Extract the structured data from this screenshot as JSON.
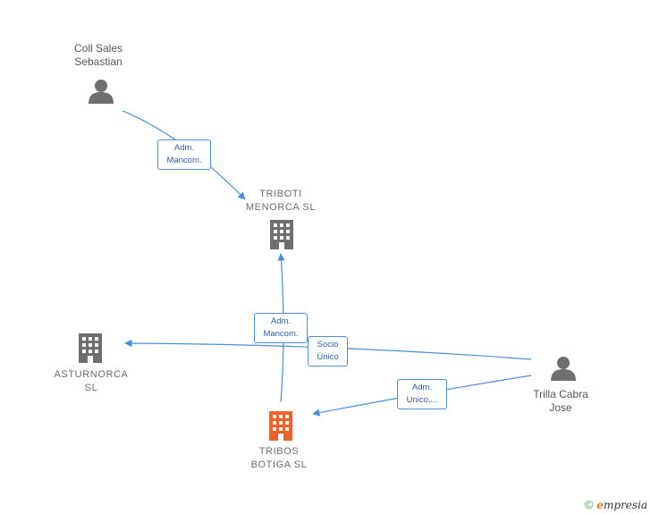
{
  "nodes": {
    "coll": {
      "label": "Coll Sales\nSebastian",
      "kind": "person"
    },
    "triboti": {
      "label": "TRIBOTI\nMENORCA  SL",
      "kind": "company"
    },
    "asturnorca": {
      "label": "ASTURNORCA\nSL",
      "kind": "company"
    },
    "tribos": {
      "label": "TRIBOS\nBOTIGA  SL",
      "kind": "company-main"
    },
    "trilla": {
      "label": "Trilla Cabra\nJose",
      "kind": "person"
    }
  },
  "edges": {
    "coll_triboti": {
      "label": "Adm.\nMancom."
    },
    "tribos_triboti": {
      "label": "Adm.\nMancom."
    },
    "trilla_asturnorca": {
      "label": "Socio\nÚnico"
    },
    "trilla_tribos": {
      "label": "Adm.\nUnico,..."
    }
  },
  "colors": {
    "edge": "#4a8fdc",
    "icon_gray": "#6f6f6f",
    "icon_main": "#f0602a"
  },
  "brand": {
    "copyright": "©",
    "name_initial": "e",
    "name_rest": "mpresia"
  }
}
